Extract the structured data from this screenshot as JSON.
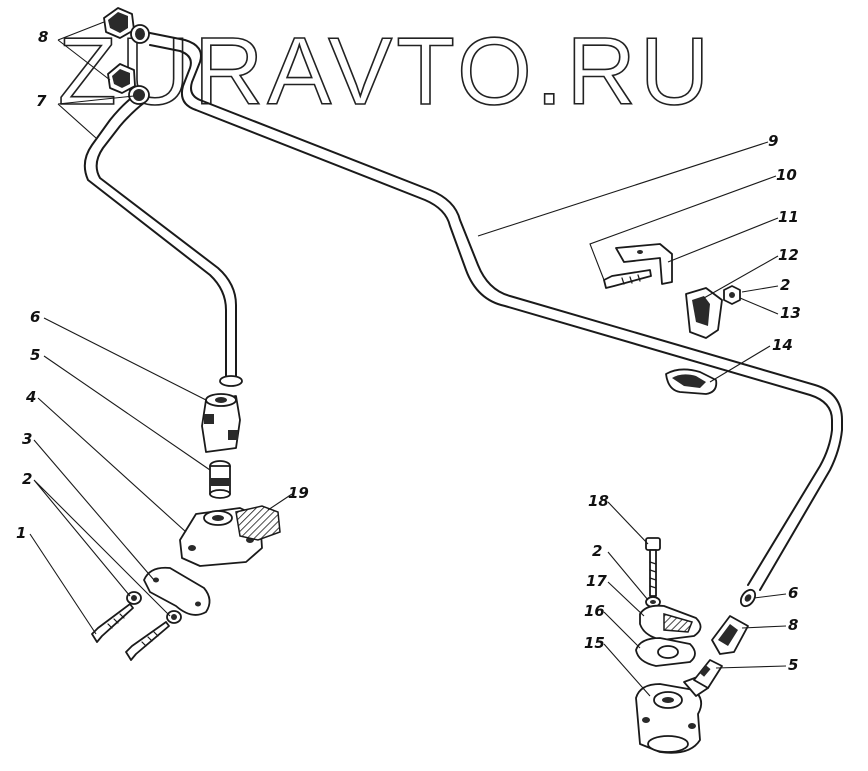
{
  "watermark": "ZURAVTO.RU",
  "callouts": {
    "c1": "1",
    "c2a": "2",
    "c3": "3",
    "c4": "4",
    "c5a": "5",
    "c6a": "6",
    "c7": "7",
    "c8a": "8",
    "c9": "9",
    "c10": "10",
    "c11": "11",
    "c12": "12",
    "c2b": "2",
    "c13": "13",
    "c14": "14",
    "c19": "19",
    "c18": "18",
    "c2c": "2",
    "c17": "17",
    "c16": "16",
    "c15": "15",
    "c6b": "6",
    "c8b": "8",
    "c5b": "5"
  },
  "colors": {
    "ink": "#1a1a1a",
    "paper": "#ffffff"
  }
}
